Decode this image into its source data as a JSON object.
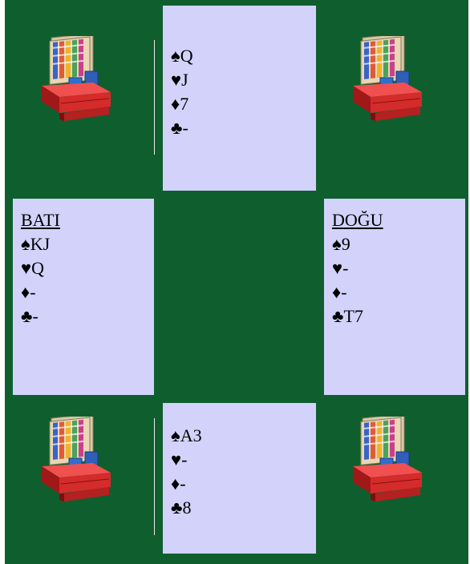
{
  "hands": {
    "north": {
      "title": "",
      "spades": "♠Q",
      "hearts": "♥J",
      "diamonds": "♦7",
      "clubs": "♣-"
    },
    "west": {
      "title": "BATI",
      "spades": "♠KJ",
      "hearts": "♥Q",
      "diamonds": "♦-",
      "clubs": "♣-"
    },
    "east": {
      "title": "DOĞU",
      "spades": "♠9",
      "hearts": "♥-",
      "diamonds": "♦-",
      "clubs": "♣T7"
    },
    "south": {
      "title": "",
      "spades": "♠A3",
      "hearts": "♥-",
      "diamonds": "♦-",
      "clubs": "♣8"
    }
  },
  "colors": {
    "table": "#0f5f2e",
    "hand_bg": "#d2d2fb",
    "board_holder": "#d42b2b"
  },
  "icons": [
    "bridge-board-holder-icon"
  ]
}
